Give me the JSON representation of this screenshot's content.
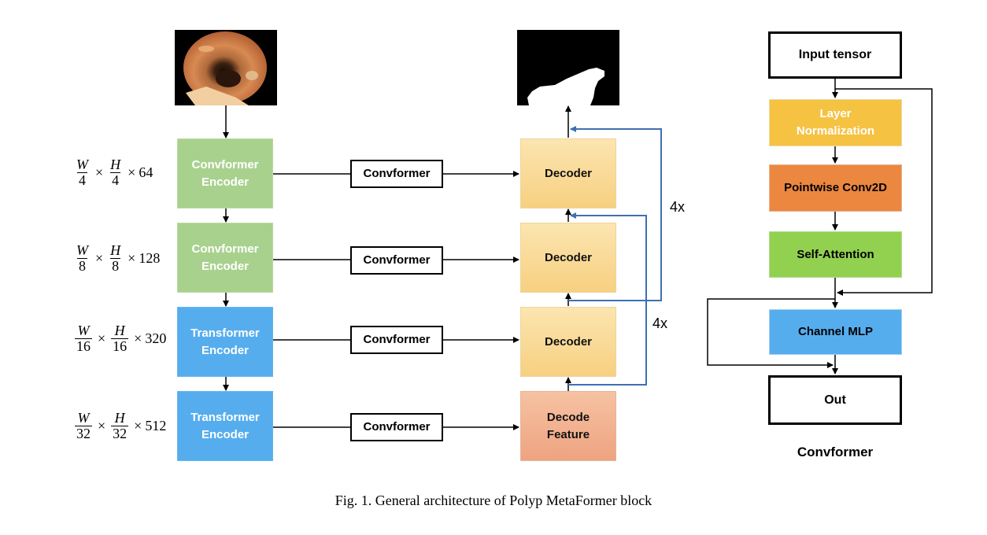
{
  "encoders": [
    {
      "line1": "Convformer",
      "line2": "Encoder",
      "color": "#a9d18e",
      "dims": {
        "num1": "W",
        "den1": "4",
        "num2": "H",
        "den2": "4",
        "channels": "64"
      }
    },
    {
      "line1": "Convformer",
      "line2": "Encoder",
      "color": "#a9d18e",
      "dims": {
        "num1": "W",
        "den1": "8",
        "num2": "H",
        "den2": "8",
        "channels": "128"
      }
    },
    {
      "line1": "Transformer",
      "line2": "Encoder",
      "color": "#56adee",
      "dims": {
        "num1": "W",
        "den1": "16",
        "num2": "H",
        "den2": "16",
        "channels": "320"
      }
    },
    {
      "line1": "Transformer",
      "line2": "Encoder",
      "color": "#56adee",
      "dims": {
        "num1": "W",
        "den1": "32",
        "num2": "H",
        "den2": "32",
        "channels": "512"
      }
    }
  ],
  "convformer_label": "Convformer",
  "decoder_label": "Decoder",
  "decode_feature": {
    "line1": "Decode",
    "line2": "Feature"
  },
  "repeat_labels": [
    "4x",
    "4x"
  ],
  "block": {
    "input": "Input tensor",
    "layer_norm": {
      "line1": "Layer",
      "line2": "Normalization"
    },
    "pointwise": "Pointwise Conv2D",
    "attention": "Self-Attention",
    "mlp": "Channel MLP",
    "out": "Out",
    "title": "Convformer"
  },
  "operator_times": "×",
  "caption": "Fig. 1.  General architecture of Polyp MetaFormer block",
  "colors": {
    "arrow": "#000000",
    "skip_arrow": "#3e70b0"
  }
}
